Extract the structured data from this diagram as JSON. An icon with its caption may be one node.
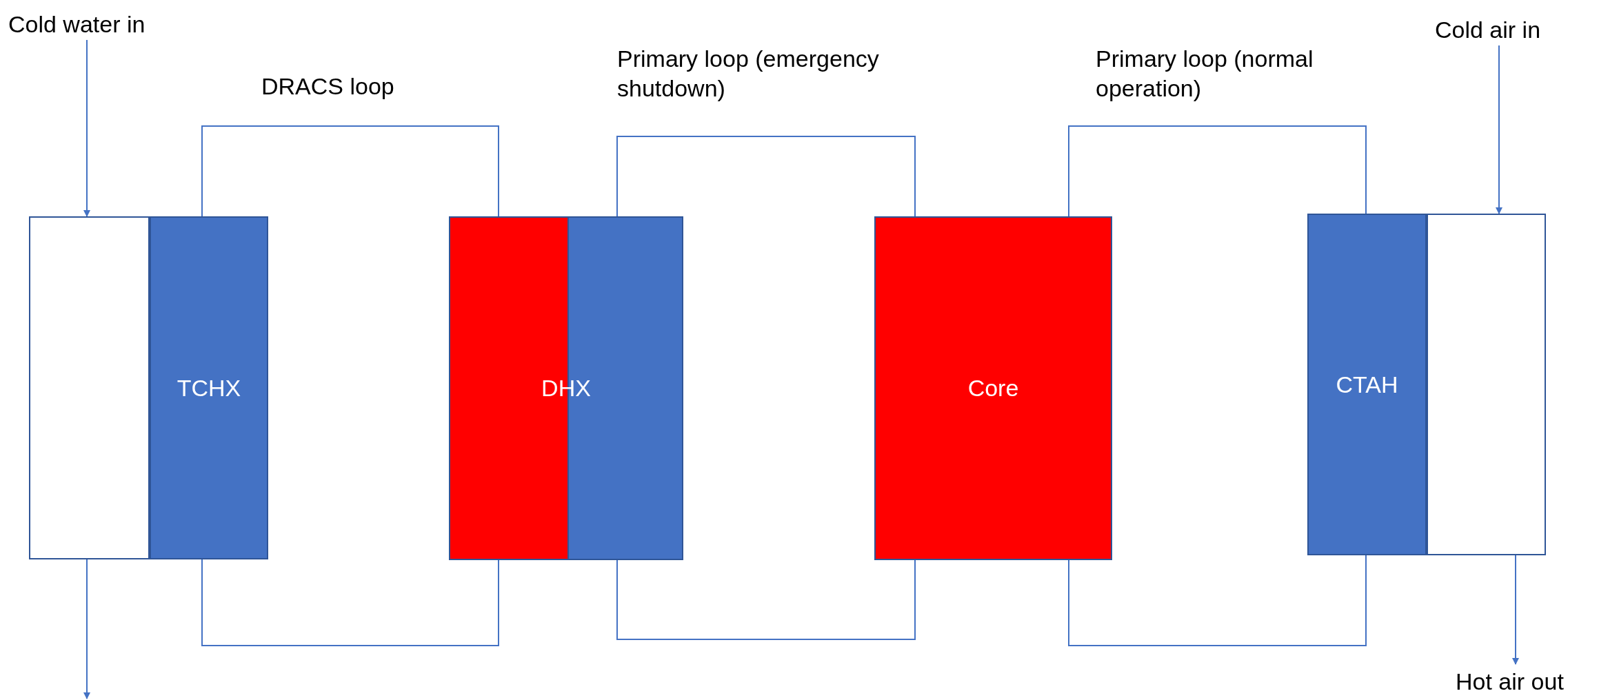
{
  "diagram": {
    "nodes": [
      {
        "text": [
          "Cold water in"
        ]
      },
      {
        "text": [
          "Cold air in"
        ]
      },
      {
        "text": [],
        "shape": "box"
      },
      {
        "text": [
          "TCHX"
        ]
      },
      {
        "text": [
          "DHX"
        ]
      },
      {
        "text": [
          "Core"
        ]
      },
      {
        "text": [
          "CTAH"
        ]
      },
      {
        "text": [],
        "shape": "box"
      },
      {
        "text": [
          "Hot air out"
        ]
      }
    ],
    "edges": [
      {
        "from": 0,
        "to": 2,
        "arrow": "to"
      },
      {
        "from": 2,
        "to": null,
        "arrow": "to"
      },
      {
        "from": 3,
        "to": 4,
        "arrow": "none"
      },
      {
        "from": 3,
        "to": 4,
        "arrow": "none"
      },
      {
        "from": 4,
        "to": 5,
        "arrow": "none"
      },
      {
        "from": 4,
        "to": 5,
        "arrow": "none"
      },
      {
        "from": 5,
        "to": 6,
        "arrow": "none"
      },
      {
        "from": 5,
        "to": 6,
        "arrow": "none"
      },
      {
        "from": 1,
        "to": 7,
        "arrow": "to"
      },
      {
        "from": 7,
        "to": 8,
        "arrow": "to"
      }
    ],
    "labels": [
      "DRACS loop",
      "Primary loop (emergency shutdown)",
      "Primary loop (normal operation)"
    ]
  }
}
